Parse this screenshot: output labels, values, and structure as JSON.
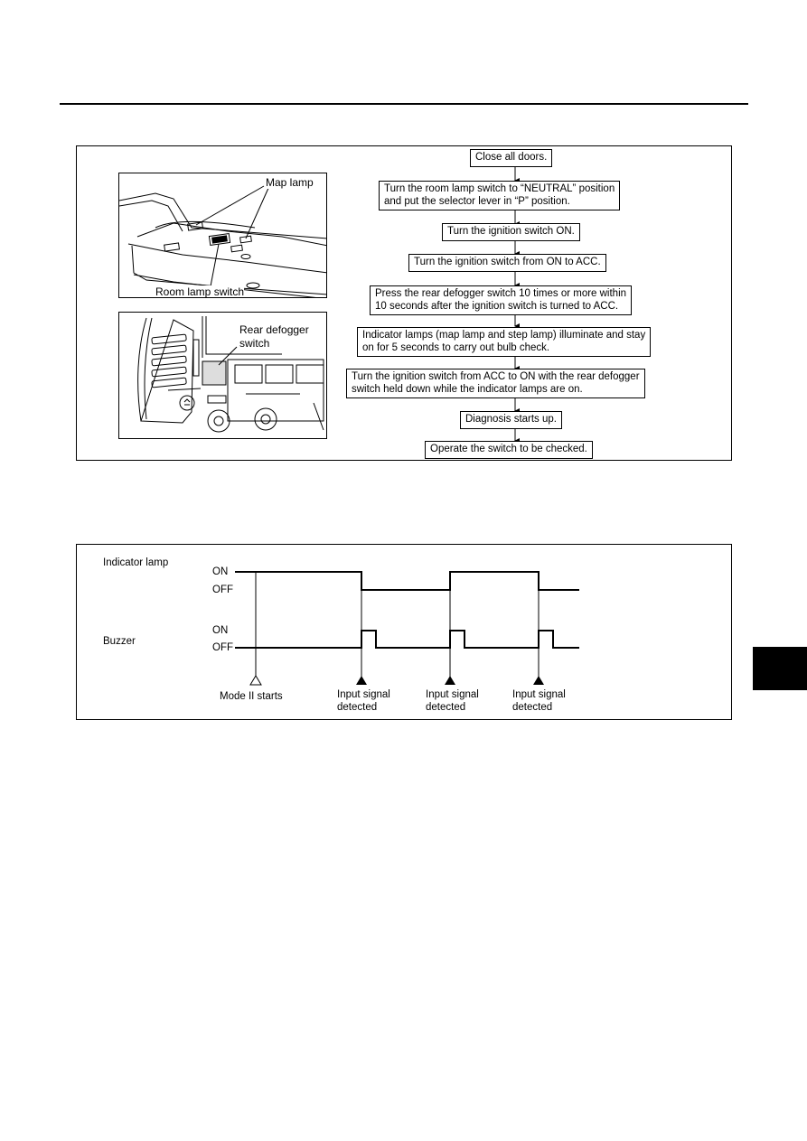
{
  "flowchart": {
    "callouts": {
      "map_lamp": "Map lamp",
      "room_lamp_switch": "Room lamp switch",
      "rear_defogger_switch_line1": "Rear defogger",
      "rear_defogger_switch_line2": "switch"
    },
    "steps": [
      {
        "line1": "Close all doors.",
        "line2": ""
      },
      {
        "line1": "Turn the room lamp switch to “NEUTRAL” position",
        "line2": "and put the selector lever in “P” position."
      },
      {
        "line1": "Turn the ignition switch ON.",
        "line2": ""
      },
      {
        "line1": "Turn the ignition switch from ON to ACC.",
        "line2": ""
      },
      {
        "line1": "Press the rear defogger switch 10 times or more within",
        "line2": "10 seconds after the ignition switch is turned to ACC."
      },
      {
        "line1": "Indicator lamps (map lamp and step lamp) illuminate and stay",
        "line2": "on for 5 seconds to carry out bulb check."
      },
      {
        "line1": "Turn the ignition switch from ACC to ON with the rear defogger",
        "line2": "switch held down while the indicator lamps are on."
      },
      {
        "line1": "Diagnosis starts up.",
        "line2": ""
      },
      {
        "line1": "Operate the switch to be checked.",
        "line2": ""
      }
    ]
  },
  "timing_chart": {
    "indicator_lamp_label": "Indicator  lamp",
    "buzzer_label": "Buzzer",
    "on_label": "ON",
    "off_label": "OFF",
    "mode_start_label": "Mode  II  starts",
    "input_label_line1": "Input  signal",
    "input_label_line2": "detected"
  }
}
